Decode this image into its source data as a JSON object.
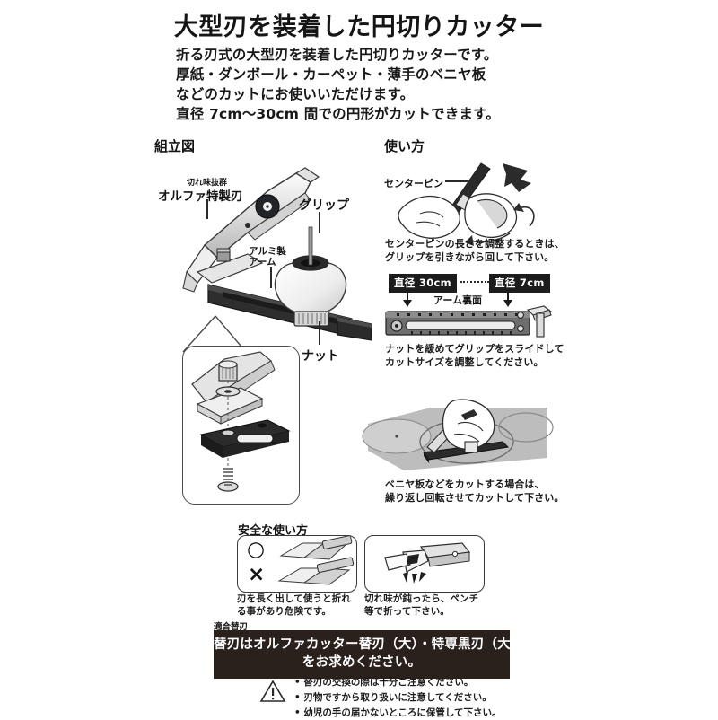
{
  "document": {
    "title": "大型刃を装着した円切りカッター",
    "intro_lines": [
      "折る刃式の大型刃を装着した円切りカッターです。",
      "厚紙・ダンボール・カーペット・薄手のベニヤ板",
      "などのカットにお使いいただけます。",
      "直径 7cm〜30cm 間での円形がカットできます。"
    ]
  },
  "assembly": {
    "heading": "組立図",
    "labels": {
      "blade_sub": "切れ味抜群",
      "blade_main": "オルファ特製刃",
      "arm_line1": "アルミ製",
      "arm_line2": "アーム",
      "grip": "グリップ",
      "nut": "ナット"
    }
  },
  "usage": {
    "heading": "使い方",
    "center_pin_label": "センターピン",
    "pin_caption": [
      "センターピンの長さを調整するときは、",
      "グリップを引きながら回して下さい。"
    ],
    "badges": {
      "large": "直径 30cm",
      "small": "直径 7cm"
    },
    "arm_back_label": "アーム裏面",
    "arm_caption": [
      "ナットを緩めてグリップをスライドして",
      "カットサイズを調整してください。"
    ],
    "plywood_caption": [
      "ベニヤ板などをカットする場合は、",
      "繰り返し回転させてカットして下さい。"
    ]
  },
  "safety": {
    "heading": "安全な使い方",
    "ok_mark": "○",
    "ng_mark": "×",
    "caption_left": [
      "刃を長く出して使うと折れ",
      "る事があり危険です。"
    ],
    "caption_right": [
      "切れ味が鈍ったら、ペンチ",
      "等で折って下さい。"
    ]
  },
  "blade_info": {
    "heading": "適合替刃",
    "banner_lines": [
      "替刃はオルファカッター替刃（大）・特専黒刃（大）",
      "をお求めください。"
    ]
  },
  "warnings": {
    "items": [
      "替刃の交換の際は十分ご注意ください。",
      "刃物ですから取り扱いに注意してください。",
      "幼児の手の届かないところに保管して下さい。"
    ]
  },
  "colors": {
    "ink": "#1a1a1a",
    "banner_bg": "#2a201c",
    "badge_bg": "#1c1c1c",
    "metal_light": "#e8e8e8",
    "metal_mid": "#c9c9c9",
    "dark_part": "#2b2b2b"
  }
}
